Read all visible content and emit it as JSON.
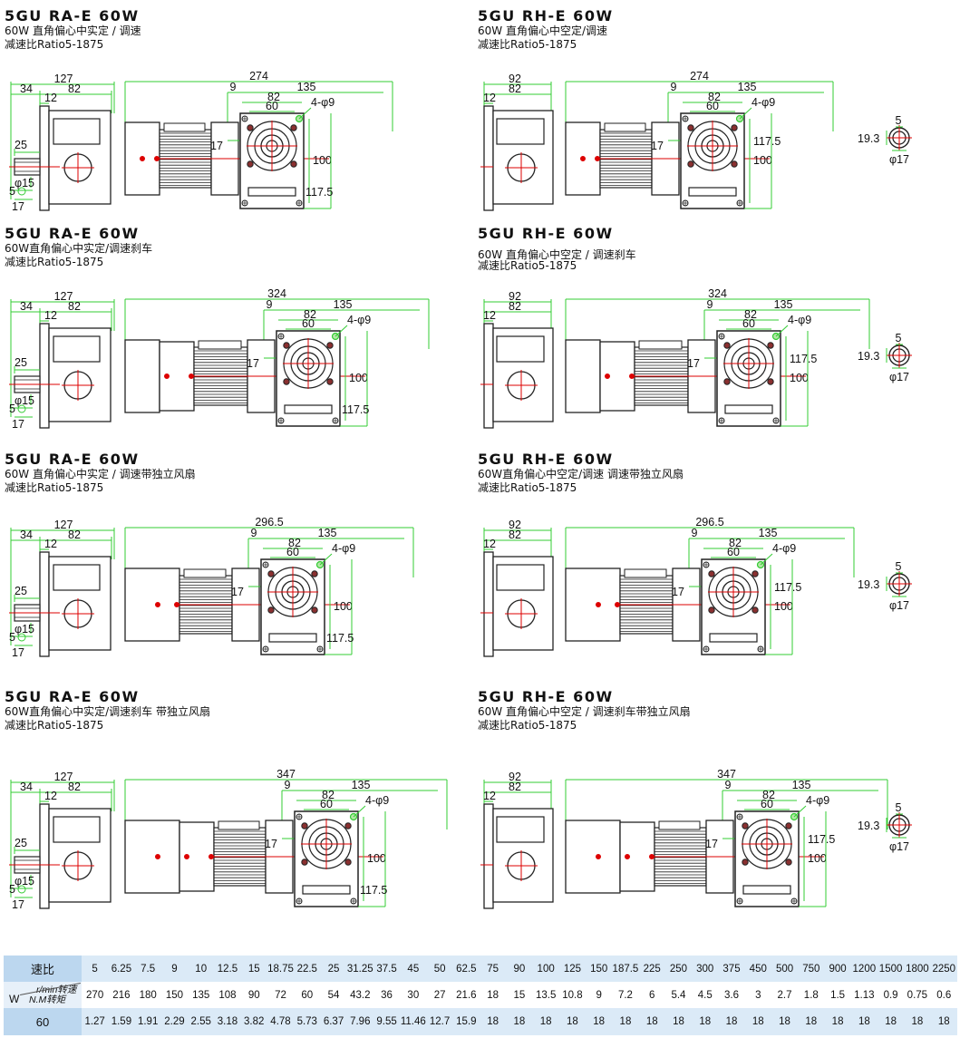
{
  "left_column": [
    {
      "model": "5GU  RA-E  60W",
      "desc": "60W 直角偏心中实定 / 调速",
      "ratio": "减速比Ratio5-1875",
      "dims": {
        "overall": "274",
        "a": "127",
        "b": "34",
        "c": "82",
        "d": "12",
        "e": "25",
        "f": "φ15",
        "g": "5",
        "h": "17",
        "i": "9",
        "j": "135",
        "k": "82",
        "l": "60",
        "m": "4-φ9",
        "n": "17",
        "o": "100",
        "p": "117.5"
      }
    },
    {
      "model": "5GU  RA-E  60W",
      "desc": "60W直角偏心中实定/调速刹车",
      "ratio": "减速比Ratio5-1875",
      "dims": {
        "overall": "324",
        "a": "127",
        "b": "34",
        "c": "82",
        "d": "12",
        "e": "25",
        "f": "φ15",
        "g": "5",
        "h": "17",
        "i": "9",
        "j": "135",
        "k": "82",
        "l": "60",
        "m": "4-φ9",
        "n": "17",
        "o": "100",
        "p": "117.5"
      }
    },
    {
      "model": "5GU  RA-E  60W",
      "desc": "60W 直角偏心中实定 / 调速带独立风扇",
      "ratio": "减速比Ratio5-1875",
      "dims": {
        "overall": "296.5",
        "a": "127",
        "b": "34",
        "c": "82",
        "d": "12",
        "e": "25",
        "f": "φ15",
        "g": "5",
        "h": "17",
        "i": "9",
        "j": "135",
        "k": "82",
        "l": "60",
        "m": "4-φ9",
        "n": "17",
        "o": "100",
        "p": "117.5"
      }
    },
    {
      "model": "5GU  RA-E  60W",
      "desc": "60W直角偏心中实定/调速刹车 带独立风扇",
      "ratio": "减速比Ratio5-1875",
      "dims": {
        "overall": "347",
        "a": "127",
        "b": "34",
        "c": "82",
        "d": "12",
        "e": "25",
        "f": "φ15",
        "g": "5",
        "h": "17",
        "i": "9",
        "j": "135",
        "k": "82",
        "l": "60",
        "m": "4-φ9",
        "n": "17",
        "o": "100",
        "p": "117.5"
      }
    }
  ],
  "right_column": [
    {
      "model": "5GU  RH-E  60W",
      "desc": "60W 直角偏心中空定/调速",
      "ratio": "减速比Ratio5-1875",
      "dims": {
        "overall": "274",
        "a": "92",
        "c": "82",
        "d": "12",
        "i": "9",
        "j": "135",
        "k": "82",
        "l": "60",
        "m": "4-φ9",
        "n": "17",
        "o": "100",
        "p": "117.5",
        "s1": "5",
        "s2": "19.3",
        "s3": "φ17"
      }
    },
    {
      "model": "5GU  RH-E  60W",
      "desc": "60W 直角偏心中空定 / 调速刹车",
      "ratio": "减速比Ratio5-1875",
      "dims": {
        "overall": "324",
        "a": "92",
        "c": "82",
        "d": "12",
        "i": "9",
        "j": "135",
        "k": "82",
        "l": "60",
        "m": "4-φ9",
        "n": "17",
        "o": "100",
        "p": "117.5",
        "s1": "5",
        "s2": "19.3",
        "s3": "φ17"
      }
    },
    {
      "model": "5GU  RH-E  60W",
      "desc": "60W直角偏心中空定/调速 调速带独立风扇",
      "ratio": "减速比Ratio5-1875",
      "dims": {
        "overall": "296.5",
        "a": "92",
        "c": "82",
        "d": "12",
        "i": "9",
        "j": "135",
        "k": "82",
        "l": "60",
        "m": "4-φ9",
        "n": "17",
        "o": "100",
        "p": "117.5",
        "s1": "5",
        "s2": "19.3",
        "s3": "φ17"
      }
    },
    {
      "model": "5GU  RH-E  60W",
      "desc": "60W 直角偏心中空定 / 调速刹车带独立风扇",
      "ratio": "减速比Ratio5-1875",
      "dims": {
        "overall": "347",
        "a": "92",
        "c": "82",
        "d": "12",
        "i": "9",
        "j": "135",
        "k": "82",
        "l": "60",
        "m": "4-φ9",
        "n": "17",
        "o": "100",
        "p": "117.5",
        "s1": "5",
        "s2": "19.3",
        "s3": "φ17"
      }
    }
  ],
  "table": {
    "ratio_label": "速比",
    "ratios": [
      "5",
      "6.25",
      "7.5",
      "9",
      "10",
      "12.5",
      "15",
      "18.75",
      "22.5",
      "25",
      "31.25",
      "37.5",
      "45",
      "50",
      "62.5",
      "75",
      "90",
      "100",
      "125",
      "150",
      "187.5",
      "225",
      "250",
      "300",
      "375",
      "450",
      "500",
      "750",
      "900",
      "1200",
      "1500",
      "1800",
      "2250"
    ],
    "w_label": "W",
    "unit_speed": "r/min转速",
    "unit_torque": "N.M转矩",
    "speeds": [
      "270",
      "216",
      "180",
      "150",
      "135",
      "108",
      "90",
      "72",
      "60",
      "54",
      "43.2",
      "36",
      "30",
      "27",
      "21.6",
      "18",
      "15",
      "13.5",
      "10.8",
      "9",
      "7.2",
      "6",
      "5.4",
      "4.5",
      "3.6",
      "3",
      "2.7",
      "1.8",
      "1.5",
      "1.13",
      "0.9",
      "0.75",
      "0.6"
    ],
    "power": "60",
    "torques": [
      "1.27",
      "1.59",
      "1.91",
      "2.29",
      "2.55",
      "3.18",
      "3.82",
      "4.78",
      "5.73",
      "6.37",
      "7.96",
      "9.55",
      "11.46",
      "12.7",
      "15.9",
      "18",
      "18",
      "18",
      "18",
      "18",
      "18",
      "18",
      "18",
      "18",
      "18",
      "18",
      "18",
      "18",
      "18",
      "18",
      "18",
      "18",
      "18"
    ]
  },
  "colors": {
    "dim_line": "#33cc33",
    "center_line": "#dd0000",
    "outline": "#222222",
    "table_head": "#bcd7ef",
    "table_row": "#dbeaf7"
  }
}
